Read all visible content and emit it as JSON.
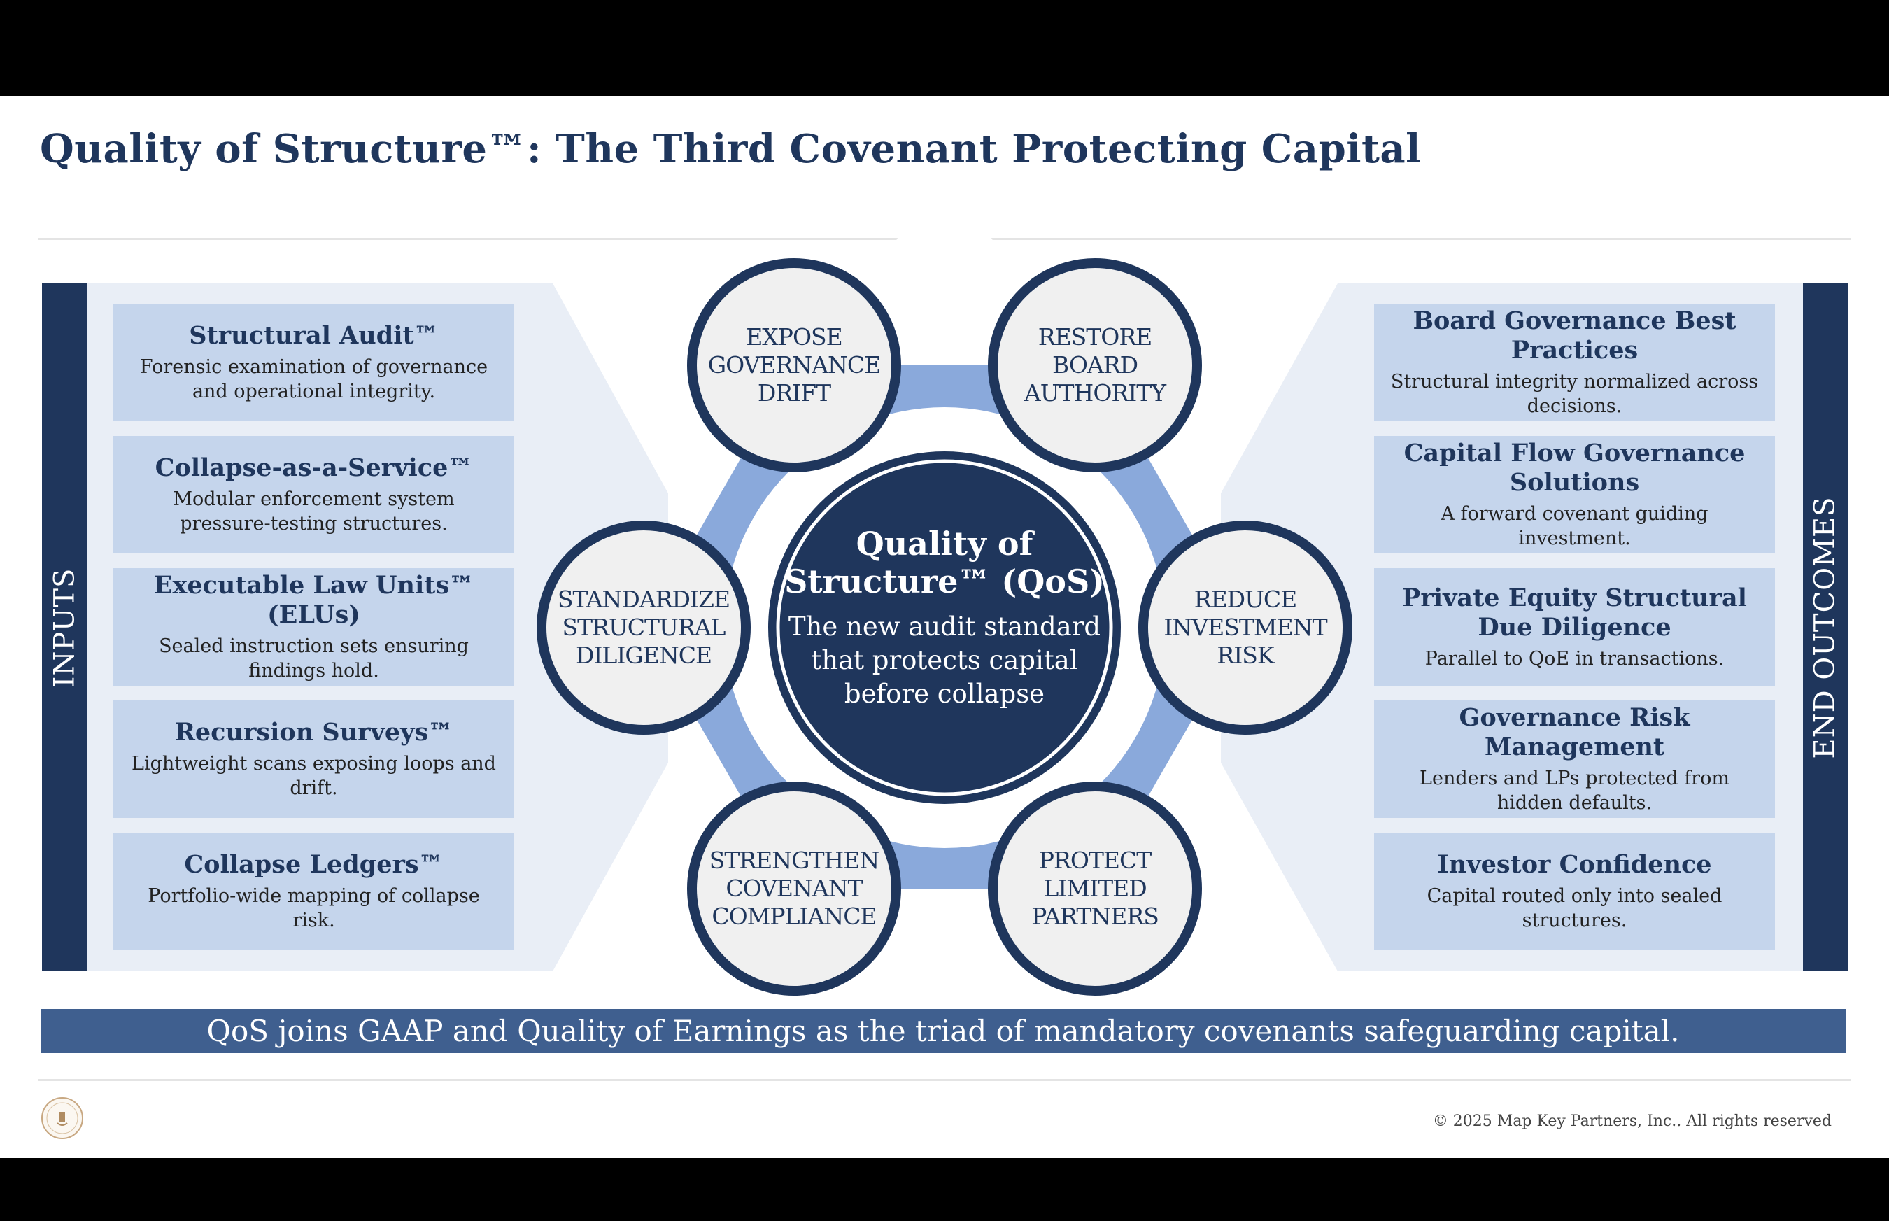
{
  "title": "Quality of Structure™: The Third Covenant Protecting Capital",
  "inputs": {
    "label": "INPUTS",
    "items": [
      {
        "heading": "Structural Audit™",
        "desc": "Forensic examination of governance and operational integrity."
      },
      {
        "heading": "Collapse-as-a-Service™",
        "desc": "Modular enforcement system pressure-testing structures."
      },
      {
        "heading": "Executable Law Units™ (ELUs)",
        "desc": "Sealed instruction sets ensuring findings hold."
      },
      {
        "heading": "Recursion Surveys™",
        "desc": "Lightweight scans exposing loops and drift."
      },
      {
        "heading": "Collapse Ledgers™",
        "desc": "Portfolio-wide mapping of collapse risk."
      }
    ]
  },
  "outcomes": {
    "label": "END OUTCOMES",
    "items": [
      {
        "heading": "Board Governance Best Practices",
        "desc": "Structural integrity normalized across decisions."
      },
      {
        "heading": "Capital Flow Governance Solutions",
        "desc": "A forward covenant guiding investment."
      },
      {
        "heading": "Private Equity Structural Due Diligence",
        "desc": "Parallel to QoE in transactions."
      },
      {
        "heading": "Governance Risk Management",
        "desc": "Lenders and LPs protected from hidden defaults."
      },
      {
        "heading": "Investor Confidence",
        "desc": "Capital routed only into sealed structures."
      }
    ]
  },
  "center": {
    "title": "Quality of Structure™ (QoS)",
    "subtitle": "The new audit standard that protects capital before collapse"
  },
  "bubbles": {
    "top_left": "EXPOSE GOVERNANCE DRIFT",
    "top_right": "RESTORE BOARD AUTHORITY",
    "left": "STANDARDIZE STRUCTURAL DILIGENCE",
    "right": "REDUCE INVESTMENT RISK",
    "bottom_left": "STRENGTHEN COVENANT COMPLIANCE",
    "bottom_right": "PROTECT LIMITED PARTNERS"
  },
  "banner": "QoS joins GAAP and Quality of Earnings as the triad of mandatory covenants safeguarding capital.",
  "footer": {
    "copyright": "© 2025 Map Key Partners, Inc.. All rights reserved"
  },
  "colors": {
    "navy": "#1f365c",
    "card": "#c5d5ec",
    "panel": "#e9eef6",
    "flower": "#8aa9db",
    "banner": "#3f5f8f"
  }
}
